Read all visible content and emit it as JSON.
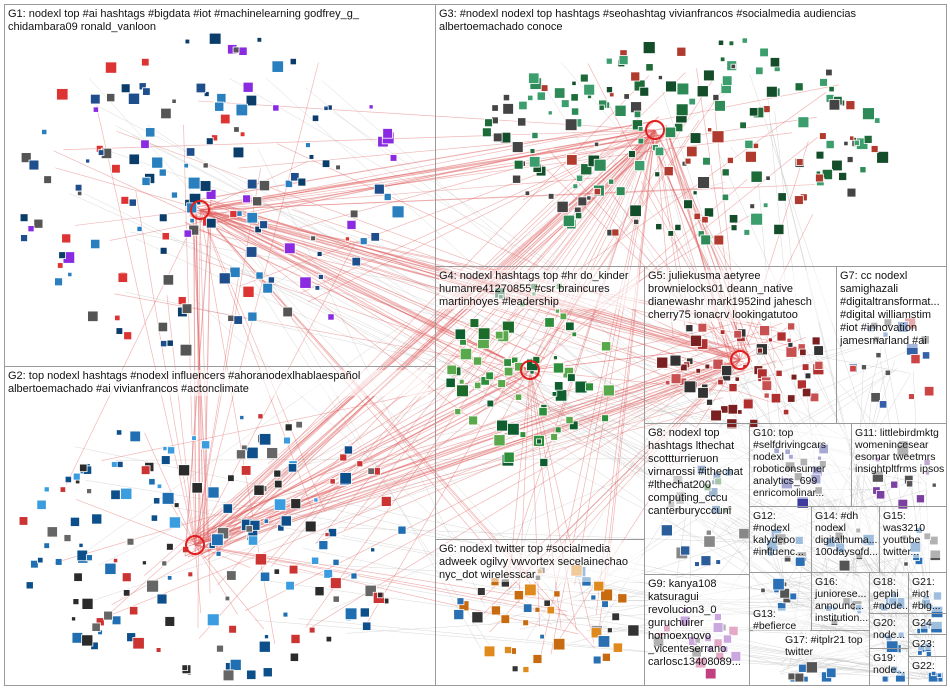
{
  "canvas": {
    "background": "#ffffff",
    "edge_color": "#e06060",
    "edge_light": "#c8c8c8",
    "panel_border": "#9a9a9a"
  },
  "groups": [
    {
      "id": "G1",
      "label": "G1: nodexl top #ai hashtags #bigdata #iot #machinelearning godfrey_g_ chidambara09 ronald_vanloon"
    },
    {
      "id": "G2",
      "label": "G2: top nodexl hashtags #nodexl influencers #ahoranodexlhablaespañol albertoemachado #ai vivianfrancos #actonclimate"
    },
    {
      "id": "G3",
      "label": "G3: #nodexl nodexl top hashtags #seohashtag vivianfrancos #socialmedia audiencias albertoemachado conoce"
    },
    {
      "id": "G4",
      "label": "G4: nodexl hashtags top #hr do_kinder humanre41270855 #csr braincures martinhoyes #leadership"
    },
    {
      "id": "G5",
      "label": "G5: juliekusma aetyree brownielocks01 deann_native dianewashr mark1952ind jahesch cherry75 ionacrv lookingatutoo"
    },
    {
      "id": "G6",
      "label": "G6: nodexl twitter top #socialmedia adweek ogilvy vwvortex secelainechao nyc_dot wirelesscar"
    },
    {
      "id": "G7",
      "label": "G7: cc nodexl samighazali #digitaltransformat... #digital williamstim #iot #innovation jamesmarland #ai"
    },
    {
      "id": "G8",
      "label": "G8: nodexl top hashtags lthechat scottturrieruon virnarossi #ithechat #lthechat200 computing_cccu canterburycccuni"
    },
    {
      "id": "G9",
      "label": "G9: kanya108 katsuragui revolucion3_0 guruchuirer homoexnovo _vicenteserrano carlosc13408089..."
    },
    {
      "id": "G10",
      "label": "G10: top #selfdrivingcars nodexl roboticonsumer analytics_699 enricomolinar..."
    },
    {
      "id": "G11",
      "label": "G11: littlebirdmktg womenincesear esomar tweetmrs insightpltfrms ipsos"
    },
    {
      "id": "G12",
      "label": "G12: #nodexl kalydeoo #influenc..."
    },
    {
      "id": "G13",
      "label": "G13: #befierce"
    },
    {
      "id": "G14",
      "label": "G14: #dh nodexl digitalhuma... 100daysofd..."
    },
    {
      "id": "G15",
      "label": "G15: was3210 youtube twitter..."
    },
    {
      "id": "G16",
      "label": "G16: juniorese... announc... institution..."
    },
    {
      "id": "G17",
      "label": "G17: #itplr21 top twitter"
    },
    {
      "id": "G18",
      "label": "G18: gephi #node..."
    },
    {
      "id": "G19",
      "label": "G19: node..."
    },
    {
      "id": "G20",
      "label": "G20: node..."
    },
    {
      "id": "G21",
      "label": "G21: #iot #big..."
    },
    {
      "id": "G22",
      "label": "G22:"
    },
    {
      "id": "G23",
      "label": "G23:"
    },
    {
      "id": "G24",
      "label": "G24"
    }
  ]
}
